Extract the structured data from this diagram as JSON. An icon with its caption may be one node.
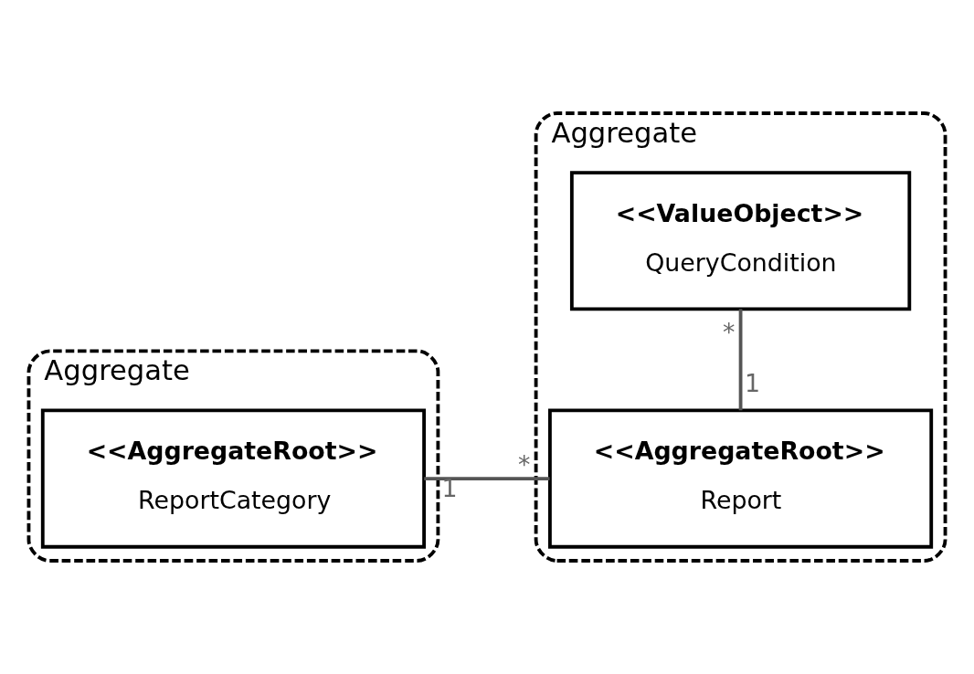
{
  "diagram": {
    "nodes": [
      {
        "text": [
          "Aggregate"
        ]
      },
      {
        "text": [
          "<<AggregateRoot>>",
          "ReportCategory"
        ],
        "in": 0
      },
      {
        "text": [
          "Aggregate"
        ]
      },
      {
        "text": [
          "<<AggregateRoot>>",
          "Report"
        ],
        "in": 2
      },
      {
        "text": [
          "<<ValueObject>>",
          "QueryCondition"
        ],
        "in": 2
      }
    ],
    "edges": [
      {
        "from": 1,
        "to": 3,
        "arrow": "none"
      },
      {
        "from": 3,
        "to": 4,
        "arrow": "none"
      }
    ],
    "labels": [
      "1",
      "*",
      "1",
      "*"
    ]
  }
}
